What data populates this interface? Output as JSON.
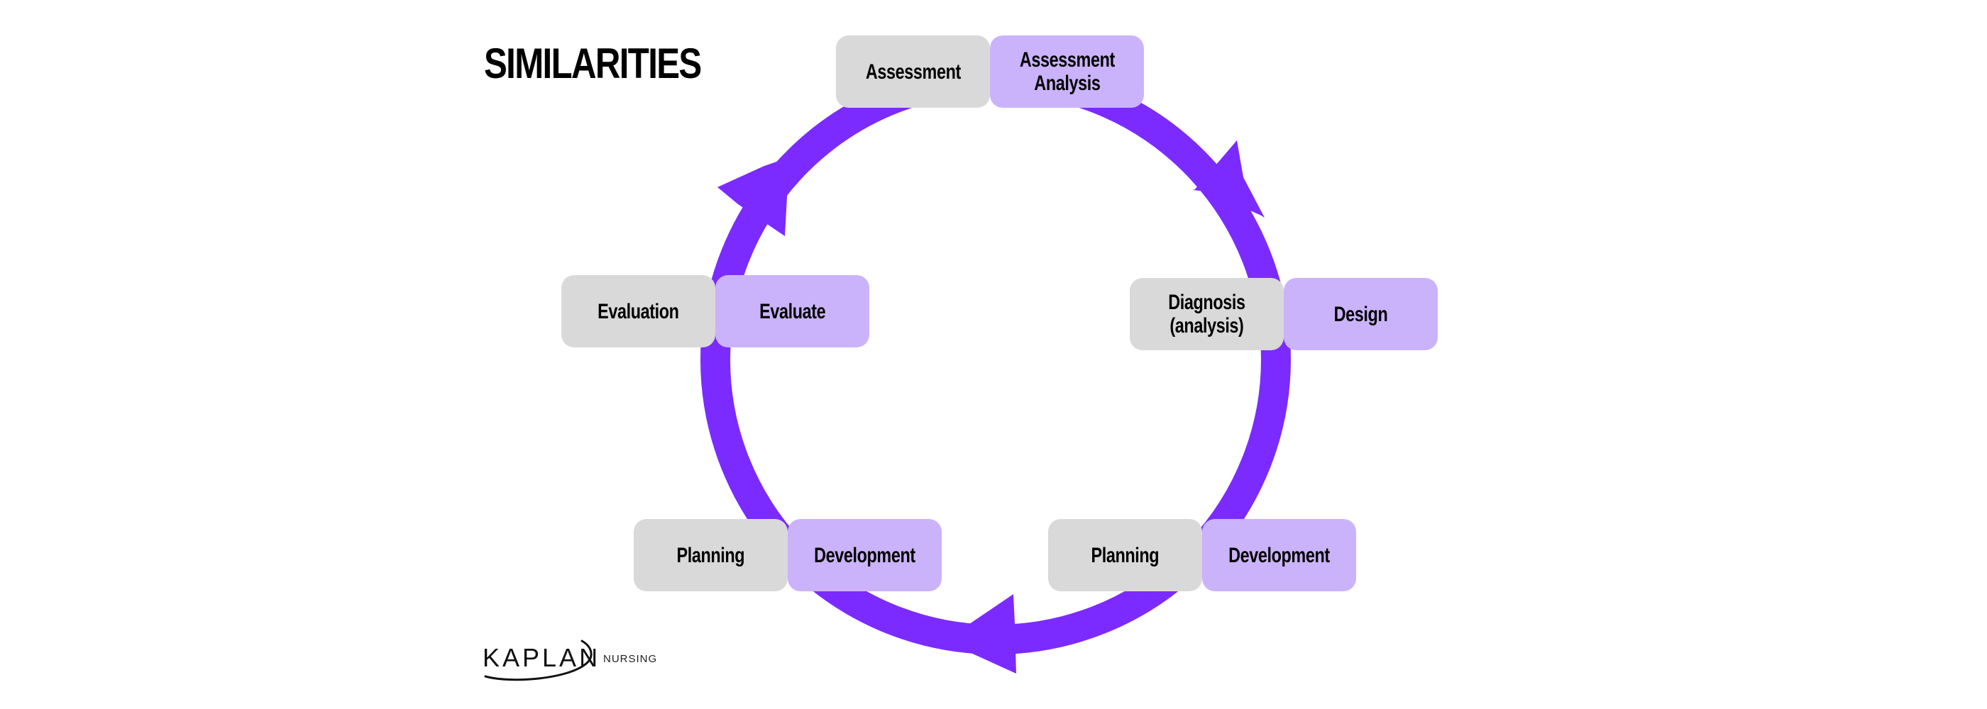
{
  "slide": {
    "title": "SIMILARITIES"
  },
  "colors": {
    "ring": "#7B2BFF",
    "gray_box": "#D9D9D9",
    "purple_box": "#CBB3FC",
    "text": "#000000"
  },
  "cycle": {
    "direction": "clockwise",
    "stages": [
      {
        "position": "top",
        "gray_label": "Assessment",
        "purple_label": "Assessment\nAnalysis"
      },
      {
        "position": "right",
        "gray_label": "Diagnosis\n(analysis)",
        "purple_label": "Design"
      },
      {
        "position": "bottom-right",
        "gray_label": "Planning",
        "purple_label": "Development"
      },
      {
        "position": "bottom-left",
        "gray_label": "Planning",
        "purple_label": "Development"
      },
      {
        "position": "left",
        "gray_label": "Evaluation",
        "purple_label": "Evaluate"
      }
    ],
    "arrows": [
      "top-right",
      "bottom",
      "top-left"
    ]
  },
  "logo": {
    "brand": "KAPLAN",
    "sub": "NURSING"
  }
}
